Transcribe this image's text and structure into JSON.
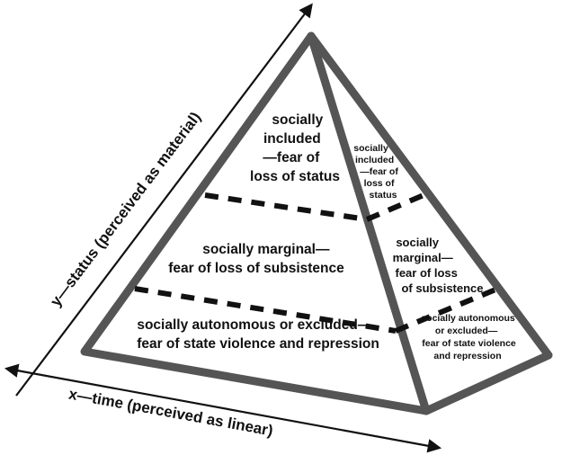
{
  "diagram": {
    "axes": {
      "y_label": "y—status (perceived as material)",
      "x_label": "x—time (perceived as linear)"
    },
    "front_face": {
      "top": [
        "socially",
        "included",
        "—fear of",
        "loss of status"
      ],
      "middle": [
        "socially marginal—",
        "fear of loss of subsistence"
      ],
      "bottom": [
        "socially autonomous or excluded—",
        "fear of state violence and repression"
      ]
    },
    "side_face": {
      "top": [
        "socially",
        "included",
        "—fear of",
        "loss of",
        "status"
      ],
      "middle": [
        "socially",
        "marginal—",
        "fear of loss",
        "of subsistence"
      ],
      "bottom": [
        "socially autonomous",
        "or excluded—",
        "fear of state violence",
        "and repression"
      ]
    },
    "colors": {
      "pyramid_edge": "#555555",
      "ink": "#111111",
      "background": "#ffffff"
    }
  }
}
